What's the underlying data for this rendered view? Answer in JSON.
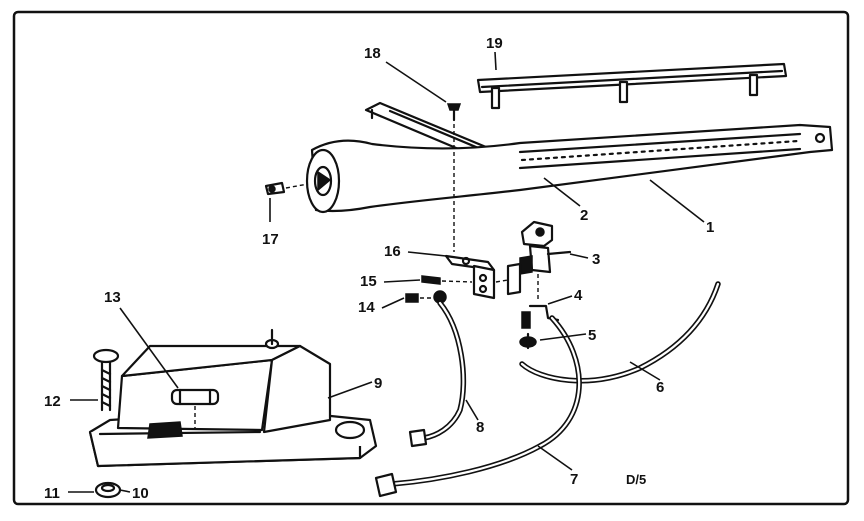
{
  "diagram": {
    "code": "D/5",
    "callouts": [
      {
        "id": "c1",
        "label": "1"
      },
      {
        "id": "c2",
        "label": "2"
      },
      {
        "id": "c3",
        "label": "3"
      },
      {
        "id": "c4",
        "label": "4"
      },
      {
        "id": "c5",
        "label": "5"
      },
      {
        "id": "c6",
        "label": "6"
      },
      {
        "id": "c7",
        "label": "7"
      },
      {
        "id": "c8",
        "label": "8"
      },
      {
        "id": "c9",
        "label": "9"
      },
      {
        "id": "c10",
        "label": "10"
      },
      {
        "id": "c11",
        "label": "11"
      },
      {
        "id": "c12",
        "label": "12"
      },
      {
        "id": "c13",
        "label": "13"
      },
      {
        "id": "c14",
        "label": "14"
      },
      {
        "id": "c15",
        "label": "15"
      },
      {
        "id": "c16",
        "label": "16"
      },
      {
        "id": "c17",
        "label": "17"
      },
      {
        "id": "c18",
        "label": "18"
      },
      {
        "id": "c19",
        "label": "19"
      }
    ]
  }
}
